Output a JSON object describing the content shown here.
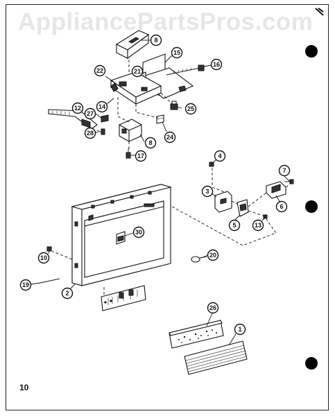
{
  "watermark": "AppliancePartsPros.com",
  "page_number": "10",
  "parts": [
    {
      "id": "callout-1",
      "label": "1"
    },
    {
      "id": "callout-2",
      "label": "2"
    },
    {
      "id": "callout-3",
      "label": "3"
    },
    {
      "id": "callout-4",
      "label": "4"
    },
    {
      "id": "callout-5",
      "label": "5"
    },
    {
      "id": "callout-6",
      "label": "6"
    },
    {
      "id": "callout-7",
      "label": "7"
    },
    {
      "id": "callout-8a",
      "label": "8"
    },
    {
      "id": "callout-8b",
      "label": "8"
    },
    {
      "id": "callout-10",
      "label": "10"
    },
    {
      "id": "callout-12",
      "label": "12"
    },
    {
      "id": "callout-13",
      "label": "13"
    },
    {
      "id": "callout-14",
      "label": "14"
    },
    {
      "id": "callout-15",
      "label": "15"
    },
    {
      "id": "callout-16",
      "label": "16"
    },
    {
      "id": "callout-17",
      "label": "17"
    },
    {
      "id": "callout-19",
      "label": "19"
    },
    {
      "id": "callout-20",
      "label": "20"
    },
    {
      "id": "callout-21",
      "label": "21"
    },
    {
      "id": "callout-22",
      "label": "22"
    },
    {
      "id": "callout-24",
      "label": "24"
    },
    {
      "id": "callout-25",
      "label": "25"
    },
    {
      "id": "callout-26",
      "label": "26"
    },
    {
      "id": "callout-27",
      "label": "27"
    },
    {
      "id": "callout-28",
      "label": "28"
    },
    {
      "id": "callout-30",
      "label": "30"
    }
  ]
}
